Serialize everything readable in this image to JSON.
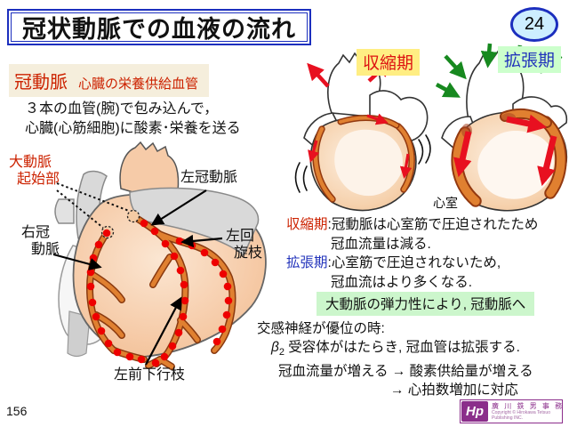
{
  "slide": {
    "number": "24",
    "page_number": "156"
  },
  "title": "冠状動脈での血液の流れ",
  "coronary_note": {
    "term": "冠動脈",
    "desc": "心臓の栄養供給血管"
  },
  "intro": {
    "line1": "３本の血管(腕)で包み込んで，",
    "line2": "心臓(心筋細胞)に酸素･栄養を送る"
  },
  "left_diagram": {
    "labels": {
      "aorta_origin_line1": "大動脈",
      "aorta_origin_line2": "起始部",
      "left_coronary": "左冠動脈",
      "right_coronary_line1": "右冠",
      "right_coronary_line2": "動脈",
      "circumflex_line1": "左回",
      "circumflex_line2": "旋枝",
      "lad": "左前下行枝"
    }
  },
  "right_diagram": {
    "systole": "収縮期",
    "diastole": "拡張期",
    "ventricle": "心室"
  },
  "explanation": {
    "systole_term": "収縮期",
    "systole_rest": ":冠動脈は心室筋で圧迫されたため",
    "systole_line2": "冠血流量は減る.",
    "diastole_term": "拡張期",
    "diastole_rest": ":心室筋で圧迫されないため,",
    "diastole_line2": "冠血流はより多くなる.",
    "elasticity": "大動脈の弾力性により, 冠動脈へ"
  },
  "sympathetic": {
    "line1": "交感神経が優位の時:",
    "beta": "β",
    "beta_sub": "2",
    "line2_rest": " 受容体がはたらき, 冠血管は拡張する.",
    "line3": "冠血流量が増える → 酸素供給量が増える",
    "line4": "→ 心拍数増加に対応"
  },
  "logo": {
    "monogram": "Hp",
    "company": "廣 川 鉄 男 事 務 所",
    "copyright_line1": "Copyright © Hirokawa Tetsuo",
    "copyright_line2": "Publishing INC."
  },
  "colors": {
    "title_border": "#1c2fbe",
    "badge_fill": "#cdeeff",
    "note_bg": "#f5eedc",
    "term_red": "#cc2200",
    "systole_bg": "#ffee83",
    "diastole_bg": "#ccffcc",
    "diastole_text": "#2233bb",
    "green_note_bg": "#ccf6cc",
    "artery_orange": "#e08030",
    "dot_red": "#ee0000",
    "heart_peach": "#f6cba8",
    "logo_purple": "#8b2e8b"
  }
}
